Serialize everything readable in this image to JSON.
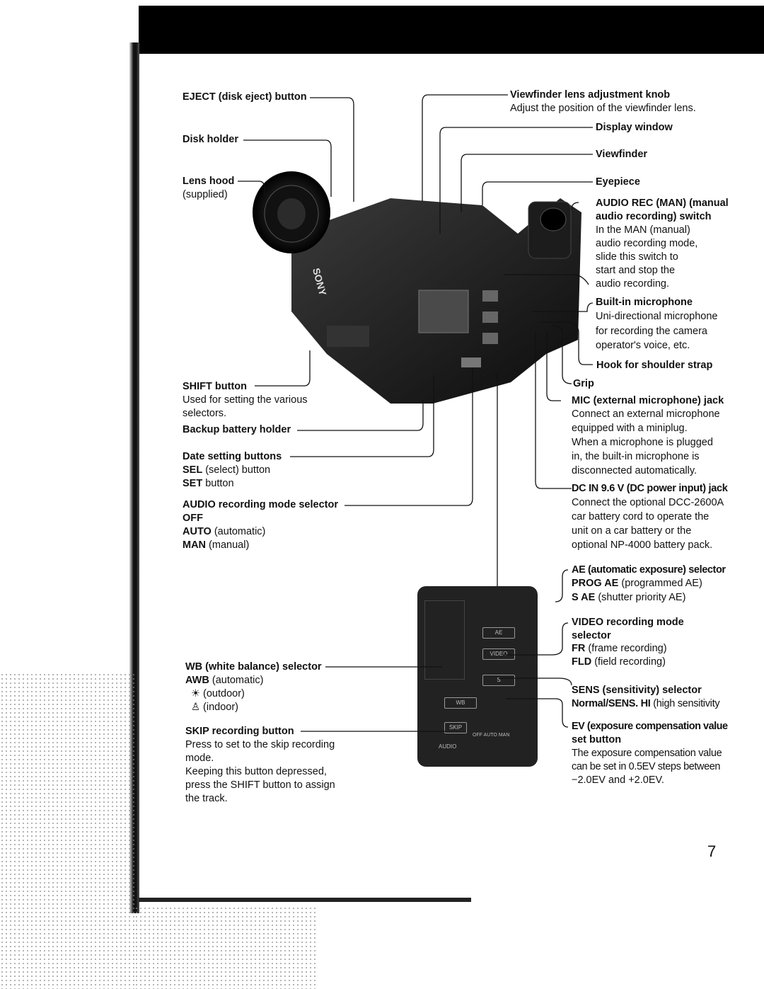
{
  "brand": "SONY",
  "page_number": "7",
  "camera_buttons": [
    "AE",
    "VIDEO",
    "S",
    "WB",
    "SKIP"
  ],
  "panel": {
    "audio": "AUDIO",
    "modes": "OFF AUTO MAN"
  },
  "left": {
    "eject": "EJECT (disk eject) button",
    "disk_holder": "Disk holder",
    "lens_hood": "Lens hood",
    "lens_hood_note": "(supplied)",
    "shift": "SHIFT button",
    "shift_desc": [
      "Used for setting the various",
      "selectors."
    ],
    "backup": "Backup battery holder",
    "date": "Date setting buttons",
    "date_items": [
      {
        "b": "SEL",
        "t": " (select) button"
      },
      {
        "b": "SET",
        "t": " button"
      }
    ],
    "audio_sel": "AUDIO recording mode selector",
    "audio_items": [
      {
        "b": "OFF",
        "t": ""
      },
      {
        "b": "AUTO",
        "t": " (automatic)"
      },
      {
        "b": "MAN",
        "t": " (manual)"
      }
    ],
    "wb": "WB (white balance) selector",
    "wb_items": [
      {
        "b": "AWB",
        "t": " (automatic)"
      },
      {
        "b": "☀",
        "t": " (outdoor)"
      },
      {
        "b": "♙",
        "t": " (indoor)"
      }
    ],
    "skip": "SKIP recording button",
    "skip_desc": [
      "Press to set to the skip recording",
      "mode.",
      "Keeping this button depressed,",
      "press the SHIFT button to assign",
      "the track."
    ]
  },
  "right": {
    "vf_knob": "Viewfinder lens adjustment knob",
    "vf_knob_desc": "Adjust the position of the viewfinder lens.",
    "display": "Display window",
    "viewfinder": "Viewfinder",
    "eyepiece": "Eyepiece",
    "audio_rec": [
      "AUDIO REC (MAN) (manual",
      "audio recording) switch"
    ],
    "audio_rec_desc": [
      "In the MAN (manual)",
      "audio recording mode,",
      "slide this switch to",
      "start and stop the",
      "audio recording."
    ],
    "mic_builtin": "Built-in microphone",
    "mic_builtin_desc": [
      "Uni-directional microphone",
      "for recording the camera",
      "operator's voice, etc."
    ],
    "hook": "Hook for shoulder strap",
    "grip": "Grip",
    "mic_jack": "MIC (external microphone) jack",
    "mic_jack_desc": [
      "Connect an external microphone",
      "equipped with a miniplug.",
      "When a microphone is plugged",
      "in, the built-in microphone is",
      "disconnected automatically."
    ],
    "dc_in": "DC IN 9.6 V (DC power input) jack",
    "dc_in_desc": [
      "Connect the optional DCC-2600A",
      "car battery cord to operate the",
      "unit on a car battery or the",
      "optional NP-4000 battery pack."
    ],
    "ae": "AE (automatic exposure) selector",
    "ae_items": [
      {
        "b": "PROG AE",
        "t": " (programmed AE)"
      },
      {
        "b": "S AE",
        "t": " (shutter priority AE)"
      }
    ],
    "video": [
      "VIDEO recording mode",
      "selector"
    ],
    "video_items": [
      {
        "b": "FR",
        "t": " (frame recording)"
      },
      {
        "b": "FLD",
        "t": " (field recording)"
      }
    ],
    "sens": "SENS (sensitivity) selector",
    "sens_item": {
      "b": "Normal/SENS. HI",
      "t": " (high sensitivity"
    },
    "ev": [
      "EV (exposure compensation value",
      "set button"
    ],
    "ev_desc": [
      "The exposure compensation value",
      "can be set in 0.5EV steps between",
      "−2.0EV and +2.0EV."
    ]
  }
}
